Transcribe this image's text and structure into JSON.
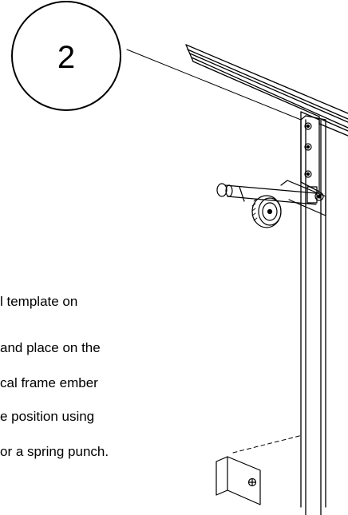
{
  "step": {
    "number": "2"
  },
  "instructions": {
    "lines": [
      "l template on",
      "and place on the",
      "cal frame ember",
      "e position using",
      "or a spring punch."
    ]
  }
}
